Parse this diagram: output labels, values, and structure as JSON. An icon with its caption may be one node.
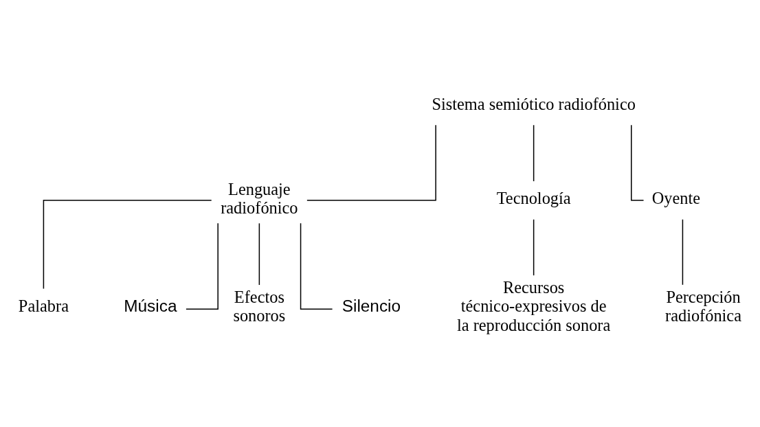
{
  "diagram": {
    "nodes": [
      {
        "text": [
          "Sistema semiótico radiofónico"
        ]
      },
      {
        "text": [
          "Lenguaje radiofónico"
        ]
      },
      {
        "text": [
          "Tecnología"
        ]
      },
      {
        "text": [
          "Oyente"
        ]
      },
      {
        "text": [
          "Palabra"
        ]
      },
      {
        "text": [
          "Música"
        ]
      },
      {
        "text": [
          "Efectos sonoros"
        ]
      },
      {
        "text": [
          "Silencio"
        ]
      },
      {
        "text": [
          "Recursos técnico-expresivos de la reproducción sonora"
        ]
      },
      {
        "text": [
          "Percepción radiofónica"
        ]
      }
    ],
    "edges": [
      {
        "from": 0,
        "to": 1,
        "arrow": "none"
      },
      {
        "from": 0,
        "to": 2,
        "arrow": "none"
      },
      {
        "from": 0,
        "to": 3,
        "arrow": "none"
      },
      {
        "from": 1,
        "to": 4,
        "arrow": "none"
      },
      {
        "from": 1,
        "to": 5,
        "arrow": "none"
      },
      {
        "from": 1,
        "to": 6,
        "arrow": "none"
      },
      {
        "from": 1,
        "to": 7,
        "arrow": "none"
      },
      {
        "from": 2,
        "to": 8,
        "arrow": "none"
      },
      {
        "from": 3,
        "to": 9,
        "arrow": "none"
      }
    ]
  }
}
